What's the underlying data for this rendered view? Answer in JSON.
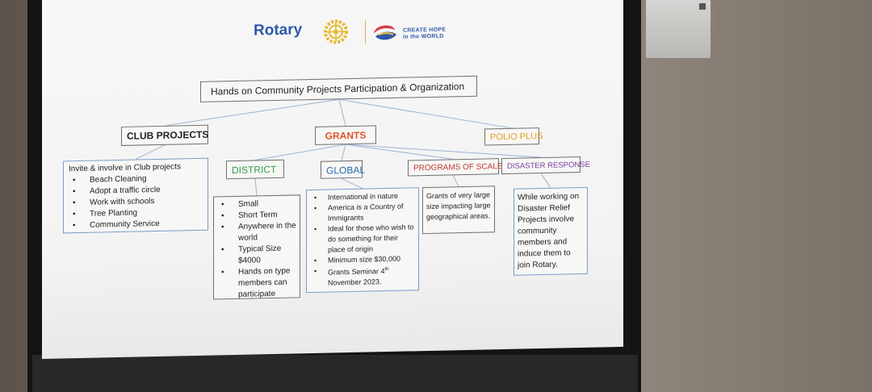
{
  "logo": {
    "rotary": "Rotary",
    "hope_line1": "CREATE HOPE",
    "hope_line2": "in the WORLD"
  },
  "title": "Hands on Community Projects Participation & Organization",
  "categories": {
    "club": "CLUB PROJECTS",
    "grants": "GRANTS",
    "polio": "POLIO PLUS"
  },
  "grant_types": {
    "district": "DISTRICT",
    "global": "GLOBAL",
    "programs_of_scale": "PROGRAMS OF SCALE",
    "disaster": "DISASTER RESPONSE"
  },
  "club_projects": {
    "intro": "Invite & involve in Club projects",
    "items": [
      "Beach Cleaning",
      "Adopt a traffic circle",
      "Work with schools",
      "Tree Planting",
      "Community Service"
    ]
  },
  "district_items": [
    "Small",
    "Short Term",
    "Anywhere in the world",
    "Typical Size $4000",
    "Hands on type members can participate"
  ],
  "global_items": [
    "International in nature",
    "America is a Country of Immigrants",
    "Ideal for those who wish to do something for their place of origin",
    "Minimum size $30,000",
    "Grants Seminar 4",
    "th",
    "November 2023."
  ],
  "programs_of_scale_text": "Grants of very large size impacting large geographical areas.",
  "disaster_text": "While working on Disaster Relief Projects involve community members and induce them to join Rotary.",
  "colors": {
    "rotary_blue": "#2e59a8",
    "grants": "#e0542a",
    "polio": "#e0a020",
    "district": "#3b9a4a",
    "global": "#2a6bb0",
    "programs_of_scale": "#c0392b",
    "disaster": "#7a3da1"
  }
}
